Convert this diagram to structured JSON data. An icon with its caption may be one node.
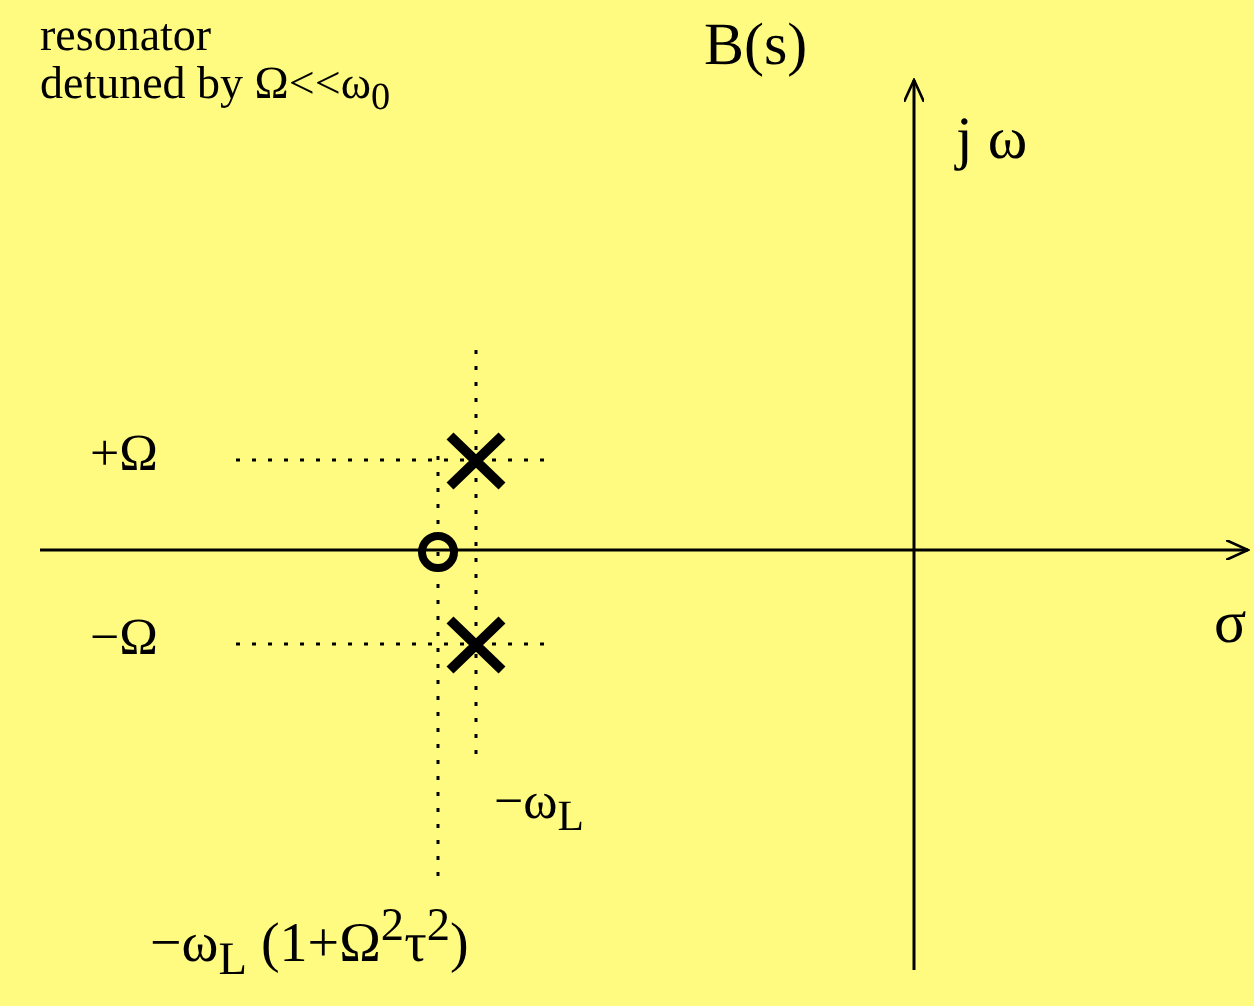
{
  "diagram": {
    "title": "B(s)",
    "labels": [
      "resonator detuned by Ω<<ω$_{0}$",
      "j ω",
      "σ",
      "+Ω",
      "−Ω",
      "−ω$_{L}$",
      "−ω$_{L}$ (1+Ω$^{2}$τ$^{2}$)"
    ]
  }
}
